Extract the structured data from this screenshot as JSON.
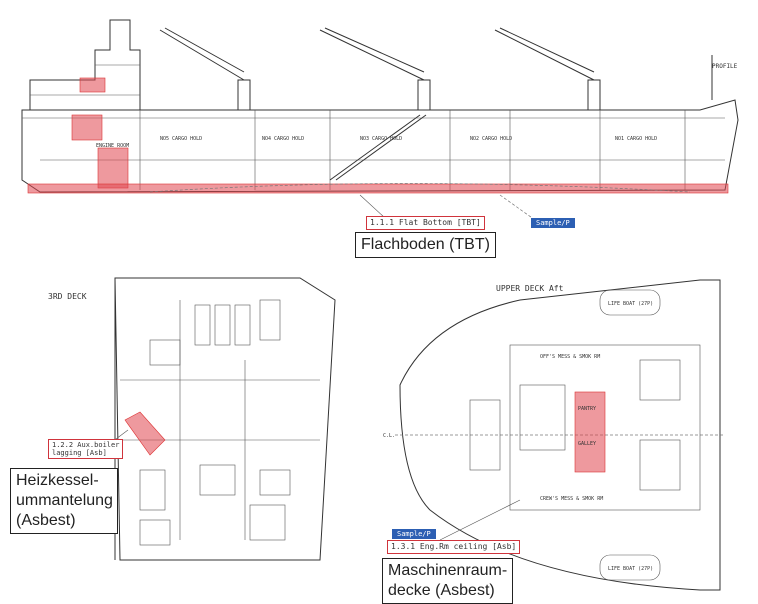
{
  "profile": {
    "title": "PROFILE",
    "holds": [
      "NO5 CARGO HOLD",
      "NO4 CARGO HOLD",
      "NO3 CARGO HOLD",
      "NO2 CARGO HOLD",
      "NO1 CARGO HOLD"
    ],
    "engine_room": "ENGINE ROOM",
    "label": "1.1.1 Flat Bottom [TBT]",
    "sample": "Sample/P",
    "caption": "Flachboden (TBT)"
  },
  "deck3": {
    "title": "3RD DECK",
    "label": "1.2.2 Aux.boiler\nlagging [Asb]",
    "caption_lines": [
      "Heizkessel-",
      "ummantelung",
      "(Asbest)"
    ]
  },
  "upper_deck": {
    "title": "UPPER DECK Aft",
    "rooms": [
      "LIFE BOAT (27P)",
      "OFF'S MESS & SMOK RM",
      "CREW'S MESS & SMOK RM",
      "PANTRY",
      "GALLEY",
      "LIFE BOAT (27P)",
      "C.L."
    ],
    "sample": "Sample/P",
    "label": "1.3.1 Eng.Rm ceiling [Asb]",
    "caption_lines": [
      "Maschinenraum-",
      "decke (Asbest)"
    ]
  },
  "colors": {
    "highlight": "#e0454e",
    "label_border": "#d0343c",
    "sample_bg": "#2c5fb3"
  }
}
